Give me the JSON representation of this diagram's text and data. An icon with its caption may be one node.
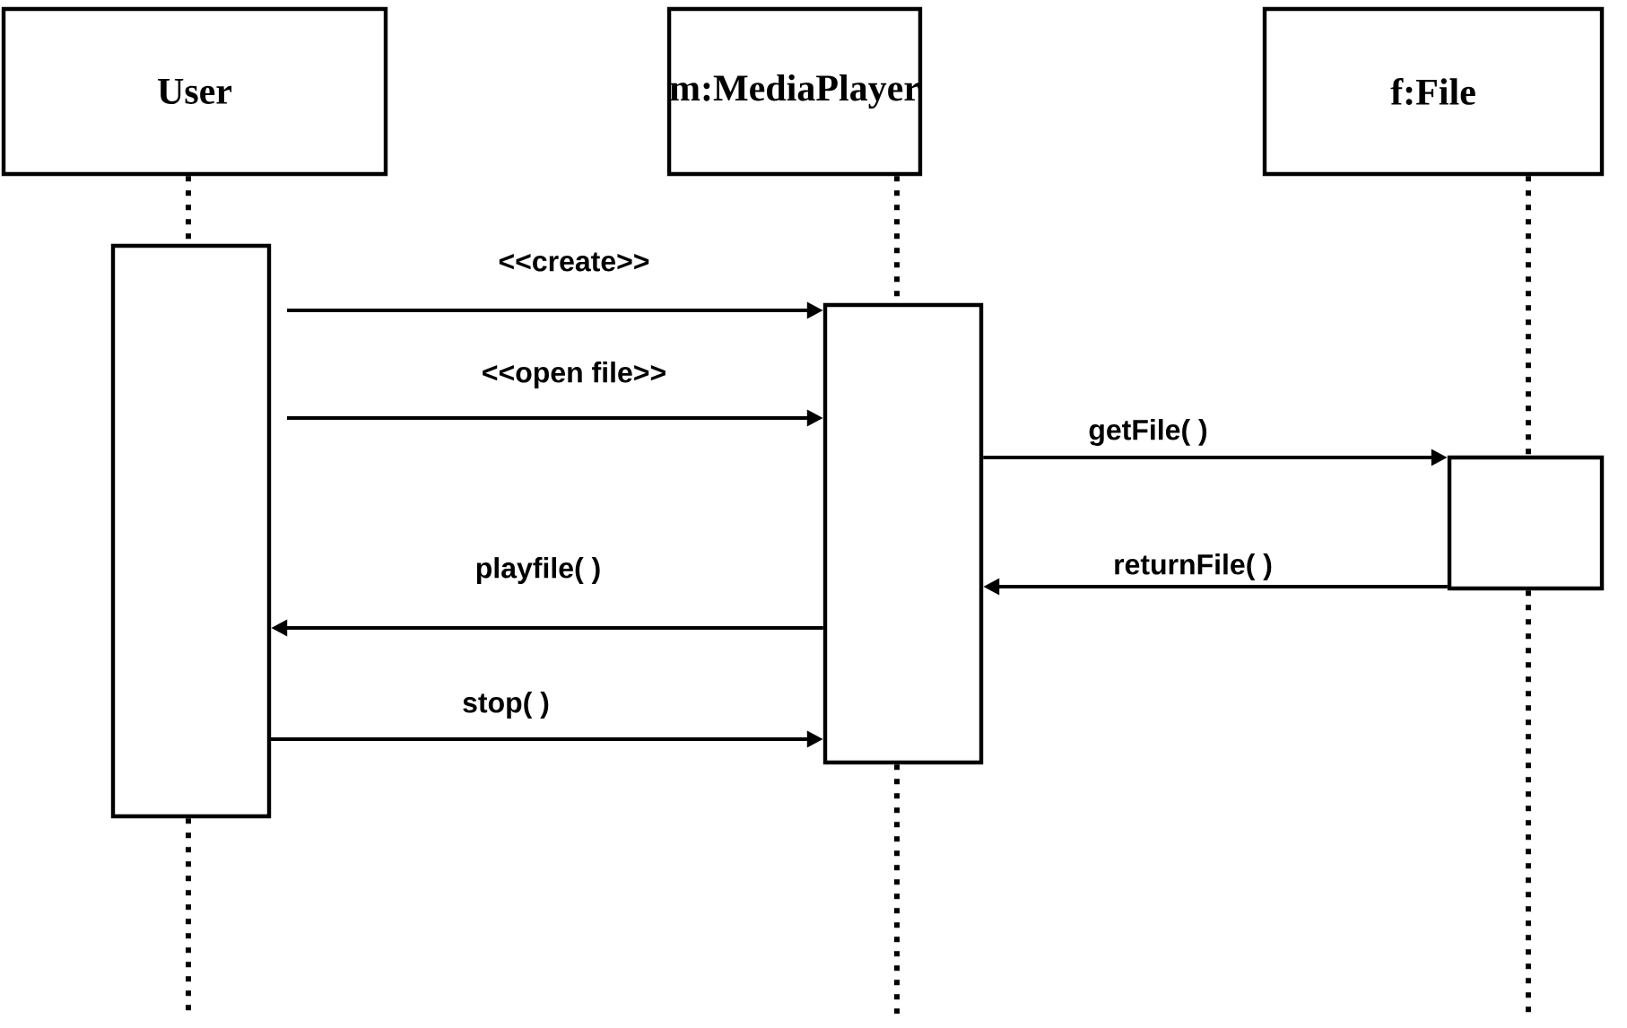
{
  "diagram": {
    "nodes": [
      {
        "text": [
          "User"
        ]
      },
      {
        "text": [
          "m:MediaPlayer"
        ]
      },
      {
        "text": [
          "f:File"
        ]
      },
      {
        "text": [],
        "shape": "box"
      },
      {
        "text": [],
        "shape": "box"
      },
      {
        "text": [],
        "shape": "box"
      }
    ],
    "edges": [
      {
        "from": 0,
        "to": 3,
        "arrow": "none",
        "style": "dashed"
      },
      {
        "from": 3,
        "to": null,
        "arrow": "none",
        "style": "dashed"
      },
      {
        "from": 1,
        "to": 4,
        "arrow": "none",
        "style": "dashed"
      },
      {
        "from": 4,
        "to": null,
        "arrow": "none",
        "style": "dashed"
      },
      {
        "from": 2,
        "to": 5,
        "arrow": "none",
        "style": "dashed"
      },
      {
        "from": 5,
        "to": null,
        "arrow": "none",
        "style": "dashed"
      },
      {
        "from": 3,
        "to": 4,
        "arrow": "to",
        "label": "<<create>>"
      },
      {
        "from": 3,
        "to": 4,
        "arrow": "to",
        "label": "<<open file>>"
      },
      {
        "from": 4,
        "to": 5,
        "arrow": "to",
        "label": "getFile( )"
      },
      {
        "from": 5,
        "to": 4,
        "arrow": "to",
        "label": "returnFile( )"
      },
      {
        "from": 4,
        "to": 3,
        "arrow": "to",
        "label": "playfile( )"
      },
      {
        "from": 3,
        "to": 4,
        "arrow": "to",
        "label": "stop( )"
      }
    ]
  }
}
